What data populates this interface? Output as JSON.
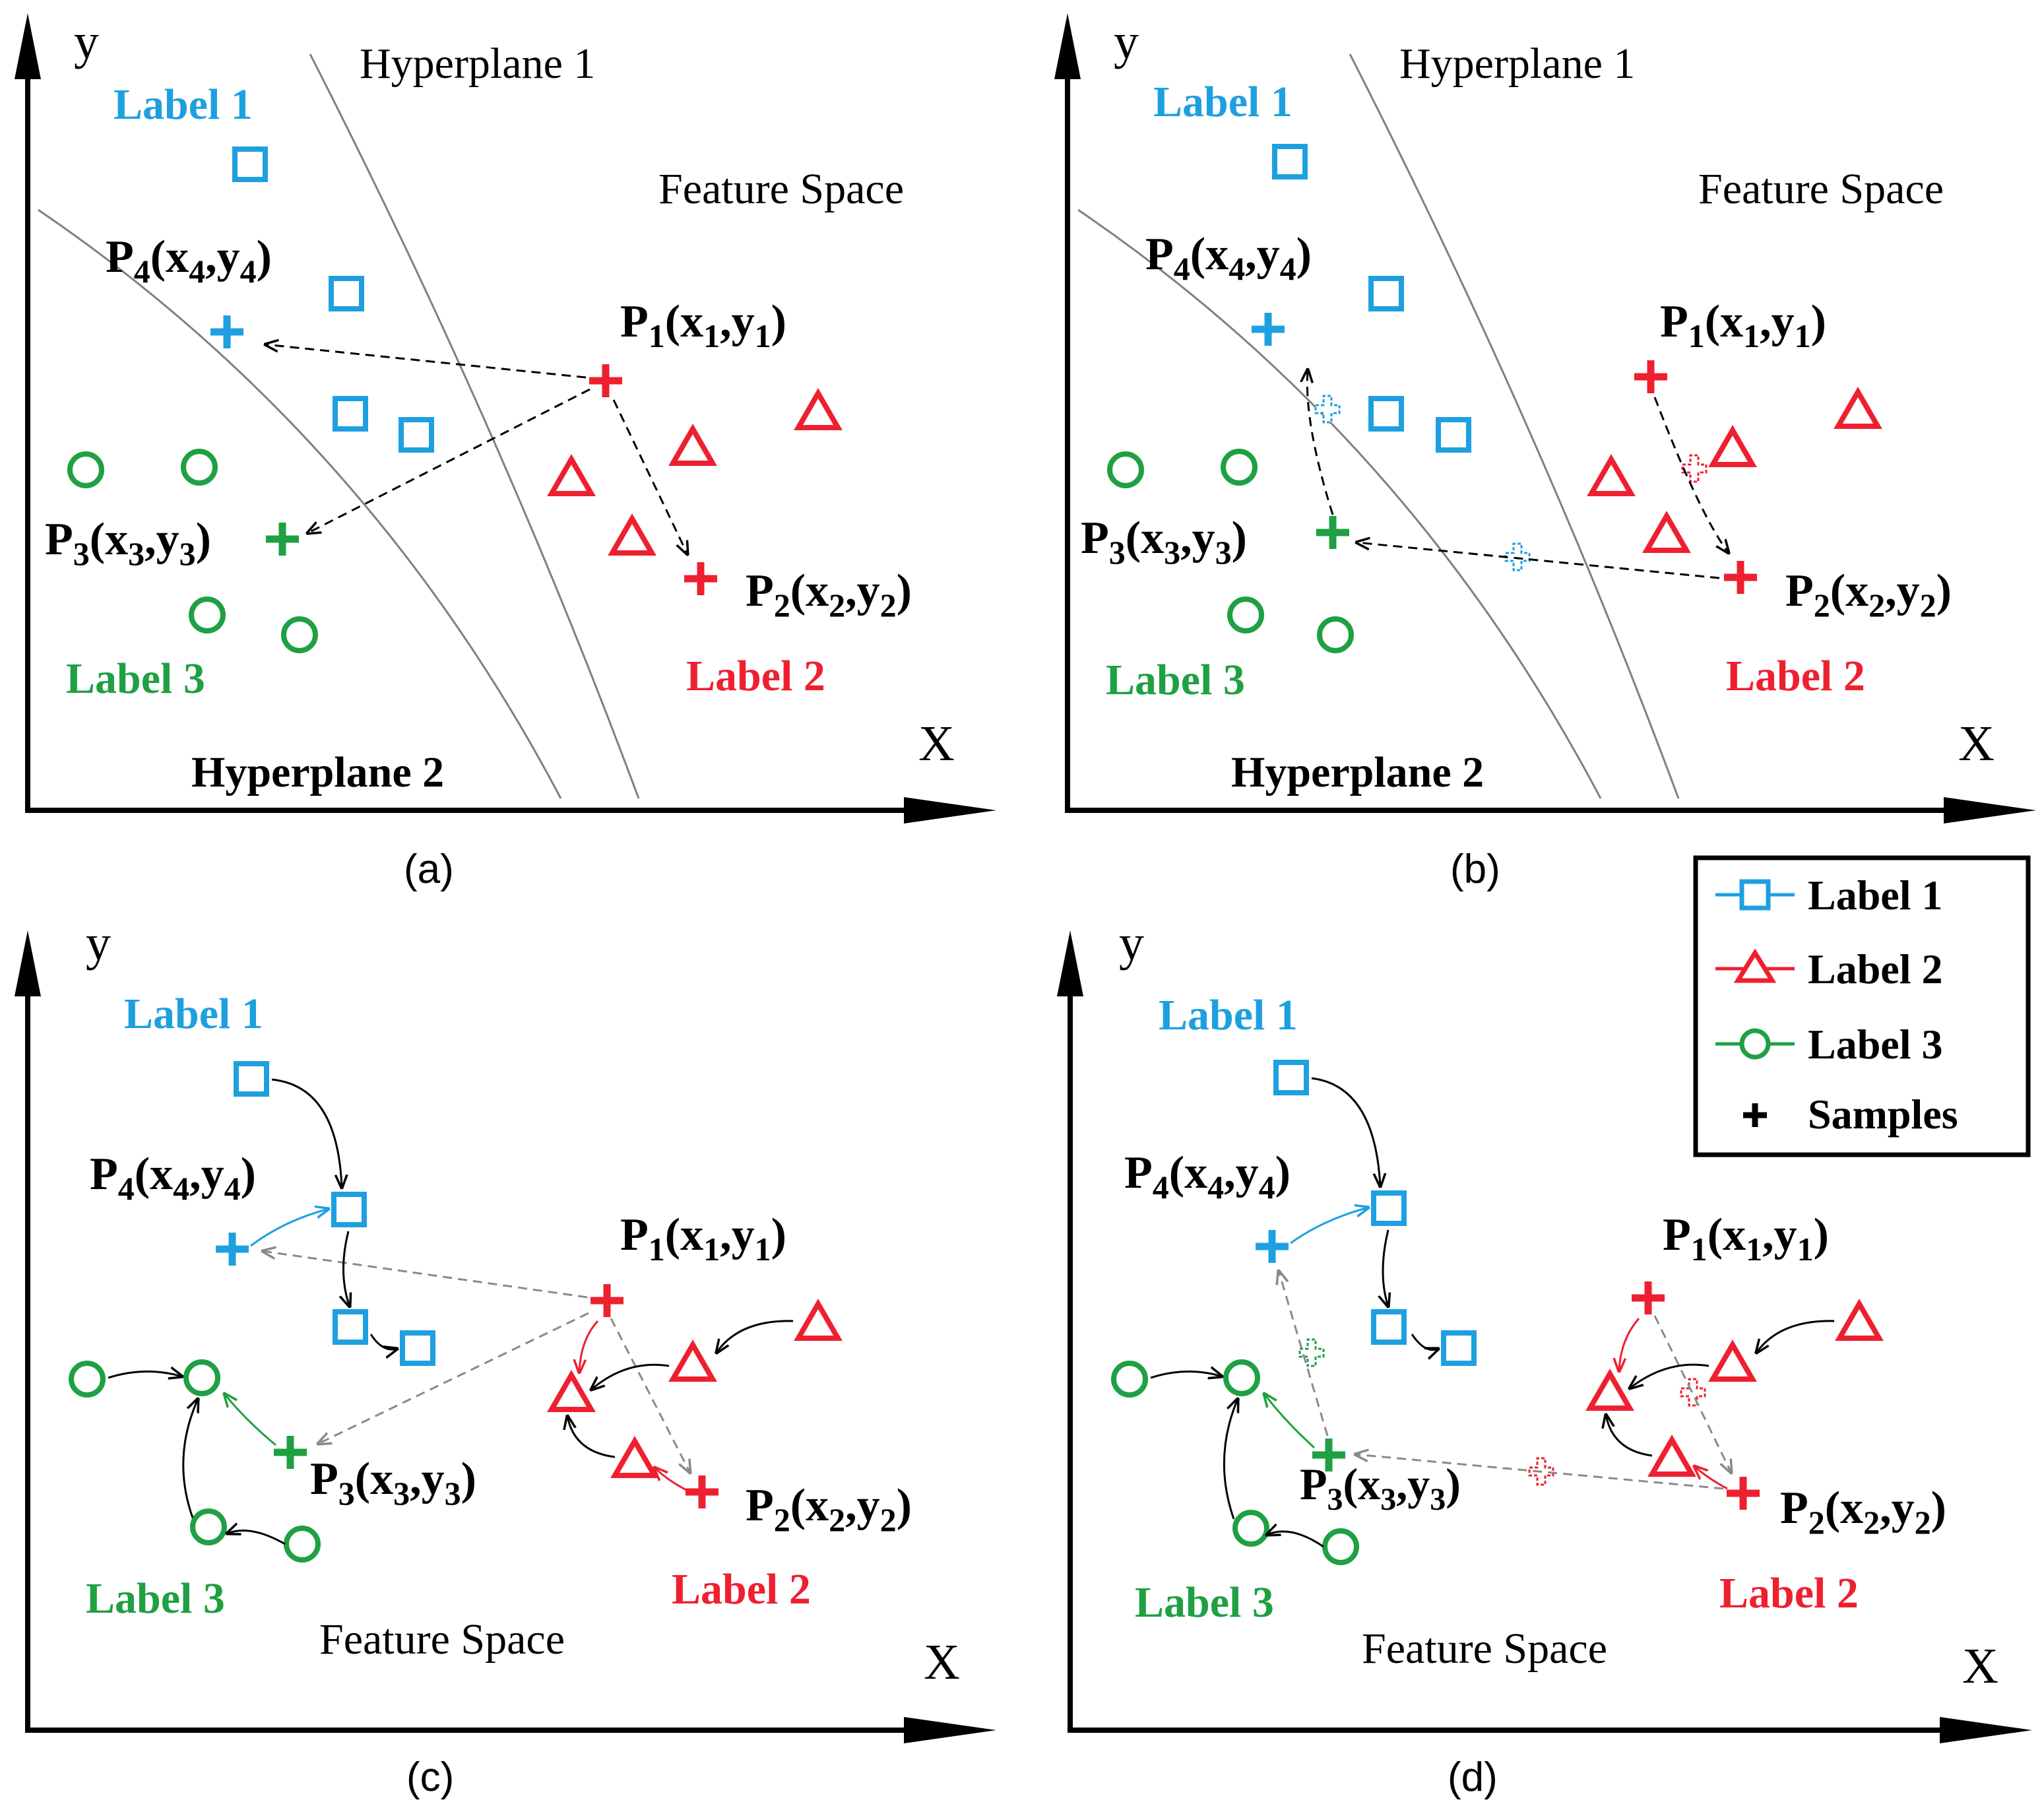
{
  "colors": {
    "label1": "#1ea0e0",
    "label2": "#ee2030",
    "label3": "#1fa043",
    "axis": "#000000",
    "hyperplane": "#808080",
    "arrow_grey": "#8a8a8a"
  },
  "panels": [
    {
      "id": "a",
      "caption": "(a)",
      "axis_x": "X",
      "axis_y": "y",
      "label1": "Label 1",
      "label2": "Label 2",
      "label3": "Label 3",
      "hyperplane1": "Hyperplane 1",
      "hyperplane2": "Hyperplane 2",
      "feature_space": "Feature Space",
      "points": {
        "p1": {
          "base": "P",
          "sub": "1",
          "x": "x",
          "xs": "1",
          "y": "y",
          "ys": "1"
        },
        "p2": {
          "base": "P",
          "sub": "2",
          "x": "x",
          "xs": "2",
          "y": "y",
          "ys": "2"
        },
        "p3": {
          "base": "P",
          "sub": "3",
          "x": "x",
          "xs": "3",
          "y": "y",
          "ys": "3"
        },
        "p4": {
          "base": "P",
          "sub": "4",
          "x": "x",
          "xs": "4",
          "y": "y",
          "ys": "4"
        }
      }
    },
    {
      "id": "b",
      "caption": "(b)",
      "axis_x": "X",
      "axis_y": "y",
      "label1": "Label 1",
      "label2": "Label 2",
      "label3": "Label 3",
      "hyperplane1": "Hyperplane 1",
      "hyperplane2": "Hyperplane 2",
      "feature_space": "Feature Space",
      "points": {
        "p1": {
          "base": "P",
          "sub": "1",
          "x": "x",
          "xs": "1",
          "y": "y",
          "ys": "1"
        },
        "p2": {
          "base": "P",
          "sub": "2",
          "x": "x",
          "xs": "2",
          "y": "y",
          "ys": "2"
        },
        "p3": {
          "base": "P",
          "sub": "3",
          "x": "x",
          "xs": "3",
          "y": "y",
          "ys": "3"
        },
        "p4": {
          "base": "P",
          "sub": "4",
          "x": "x",
          "xs": "4",
          "y": "y",
          "ys": "4"
        }
      }
    },
    {
      "id": "c",
      "caption": "(c)",
      "axis_x": "X",
      "axis_y": "y",
      "label1": "Label 1",
      "label2": "Label 2",
      "label3": "Label 3",
      "feature_space": "Feature Space",
      "points": {
        "p1": {
          "base": "P",
          "sub": "1",
          "x": "x",
          "xs": "1",
          "y": "y",
          "ys": "1"
        },
        "p2": {
          "base": "P",
          "sub": "2",
          "x": "x",
          "xs": "2",
          "y": "y",
          "ys": "2"
        },
        "p3": {
          "base": "P",
          "sub": "3",
          "x": "x",
          "xs": "3",
          "y": "y",
          "ys": "3"
        },
        "p4": {
          "base": "P",
          "sub": "4",
          "x": "x",
          "xs": "4",
          "y": "y",
          "ys": "4"
        }
      }
    },
    {
      "id": "d",
      "caption": "(d)",
      "axis_x": "X",
      "axis_y": "y",
      "label1": "Label 1",
      "label2": "Label 2",
      "label3": "Label 3",
      "feature_space": "Feature Space",
      "points": {
        "p1": {
          "base": "P",
          "sub": "1",
          "x": "x",
          "xs": "1",
          "y": "y",
          "ys": "1"
        },
        "p2": {
          "base": "P",
          "sub": "2",
          "x": "x",
          "xs": "2",
          "y": "y",
          "ys": "2"
        },
        "p3": {
          "base": "P",
          "sub": "3",
          "x": "x",
          "xs": "3",
          "y": "y",
          "ys": "3"
        },
        "p4": {
          "base": "P",
          "sub": "4",
          "x": "x",
          "xs": "4",
          "y": "y",
          "ys": "4"
        }
      }
    }
  ],
  "legend": {
    "items": [
      {
        "label": "Label 1",
        "marker": "square-icon",
        "color": "#1ea0e0"
      },
      {
        "label": "Label 2",
        "marker": "triangle-icon",
        "color": "#ee2030"
      },
      {
        "label": "Label 3",
        "marker": "circle-icon",
        "color": "#1fa043"
      },
      {
        "label": "Samples",
        "marker": "plus-icon",
        "color": "#000000"
      }
    ]
  }
}
